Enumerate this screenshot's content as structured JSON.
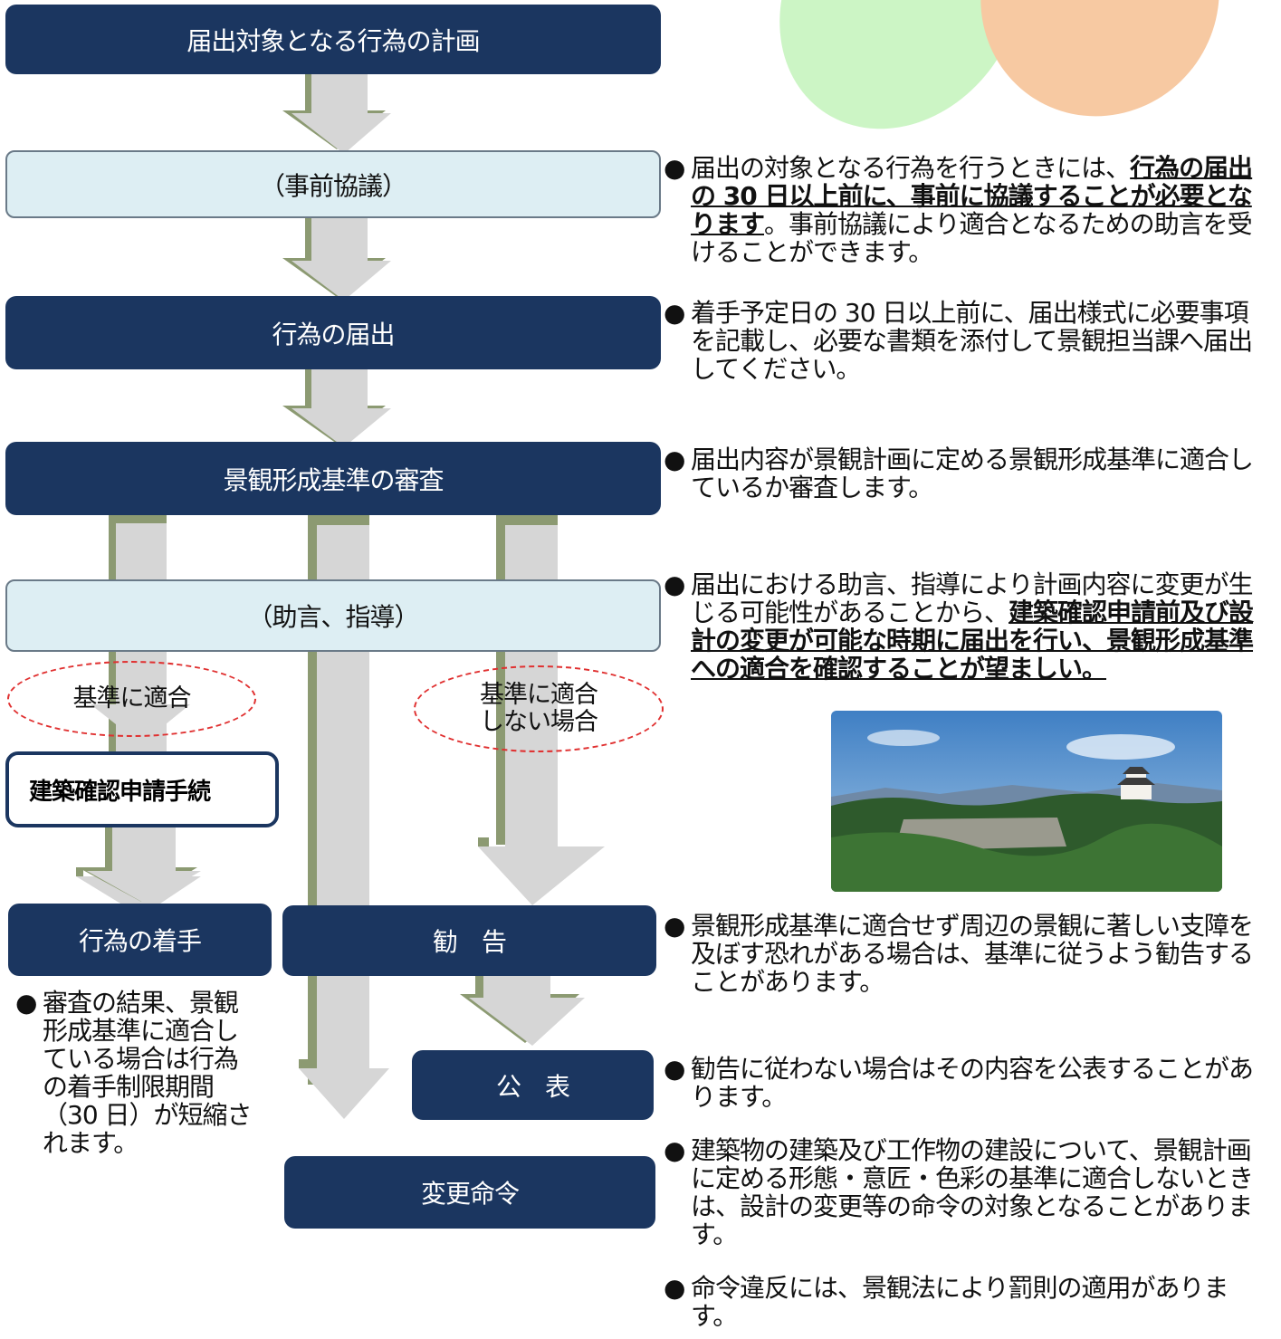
{
  "flow": {
    "step_plan": "届出対象となる行為の計画",
    "step_prior_consultation": "（事前協議）",
    "step_notification": "行為の届出",
    "step_review": "景観形成基準の審査",
    "step_advice": "（助言、指導）",
    "label_conform": "基準に適合",
    "label_nonconform_line1": "基準に適合",
    "label_nonconform_line2": "しない場合",
    "step_building_confirmation": "建築確認申請手続",
    "step_start": "行為の着手",
    "step_recommendation": "勧　告",
    "step_publication": "公　表",
    "step_change_order": "変更命令"
  },
  "notes": {
    "bullet": "●",
    "prior_consultation": {
      "pre": "届出の対象となる行為を行うときには、",
      "emph": "行為の届出の 30 日以上前に、事前に協議することが必要となります",
      "post": "。事前協議により適合となるための助言を受けることができます。"
    },
    "notification": "着手予定日の 30 日以上前に、届出様式に必要事項を記載し、必要な書類を添付して景観担当課へ届出してください。",
    "review": "届出内容が景観計画に定める景観形成基準に適合しているか審査します。",
    "advice": {
      "pre": "届出における助言、指導により計画内容に変更が生じる可能性があることから、",
      "emph": "建築確認申請前及び設計の変更が可能な時期に届出を行い、景観形成基準への適合を確認することが望ましい。"
    },
    "start": "審査の結果、景観形成基準に適合している場合は行為の着手制限期間（30 日）が短縮されます。",
    "recommendation": "景観形成基準に適合せず周辺の景観に著しい支障を及ぼす恐れがある場合は、基準に従うよう勧告することがあります。",
    "publication": "勧告に従わない場合はその内容を公表することがあります。",
    "change_order": "建築物の建築及び工作物の建設について、景観計画に定める形態・意匠・色彩の基準に適合しないときは、設計の変更等の命令の対象となることがあります。",
    "penalty": "命令違反には、景観法により罰則の適用があります。"
  },
  "colors": {
    "dark_box": "#1b3660",
    "light_box": "#ddeef3",
    "arrow_light": "#d6d6d6",
    "arrow_shadow": "#8c9a72",
    "ellipse_dash": "#e03030",
    "deco_green": "#ccf5c5",
    "deco_orange": "#f7c9a2"
  },
  "photo": {
    "description": "castle-landscape-photo"
  }
}
